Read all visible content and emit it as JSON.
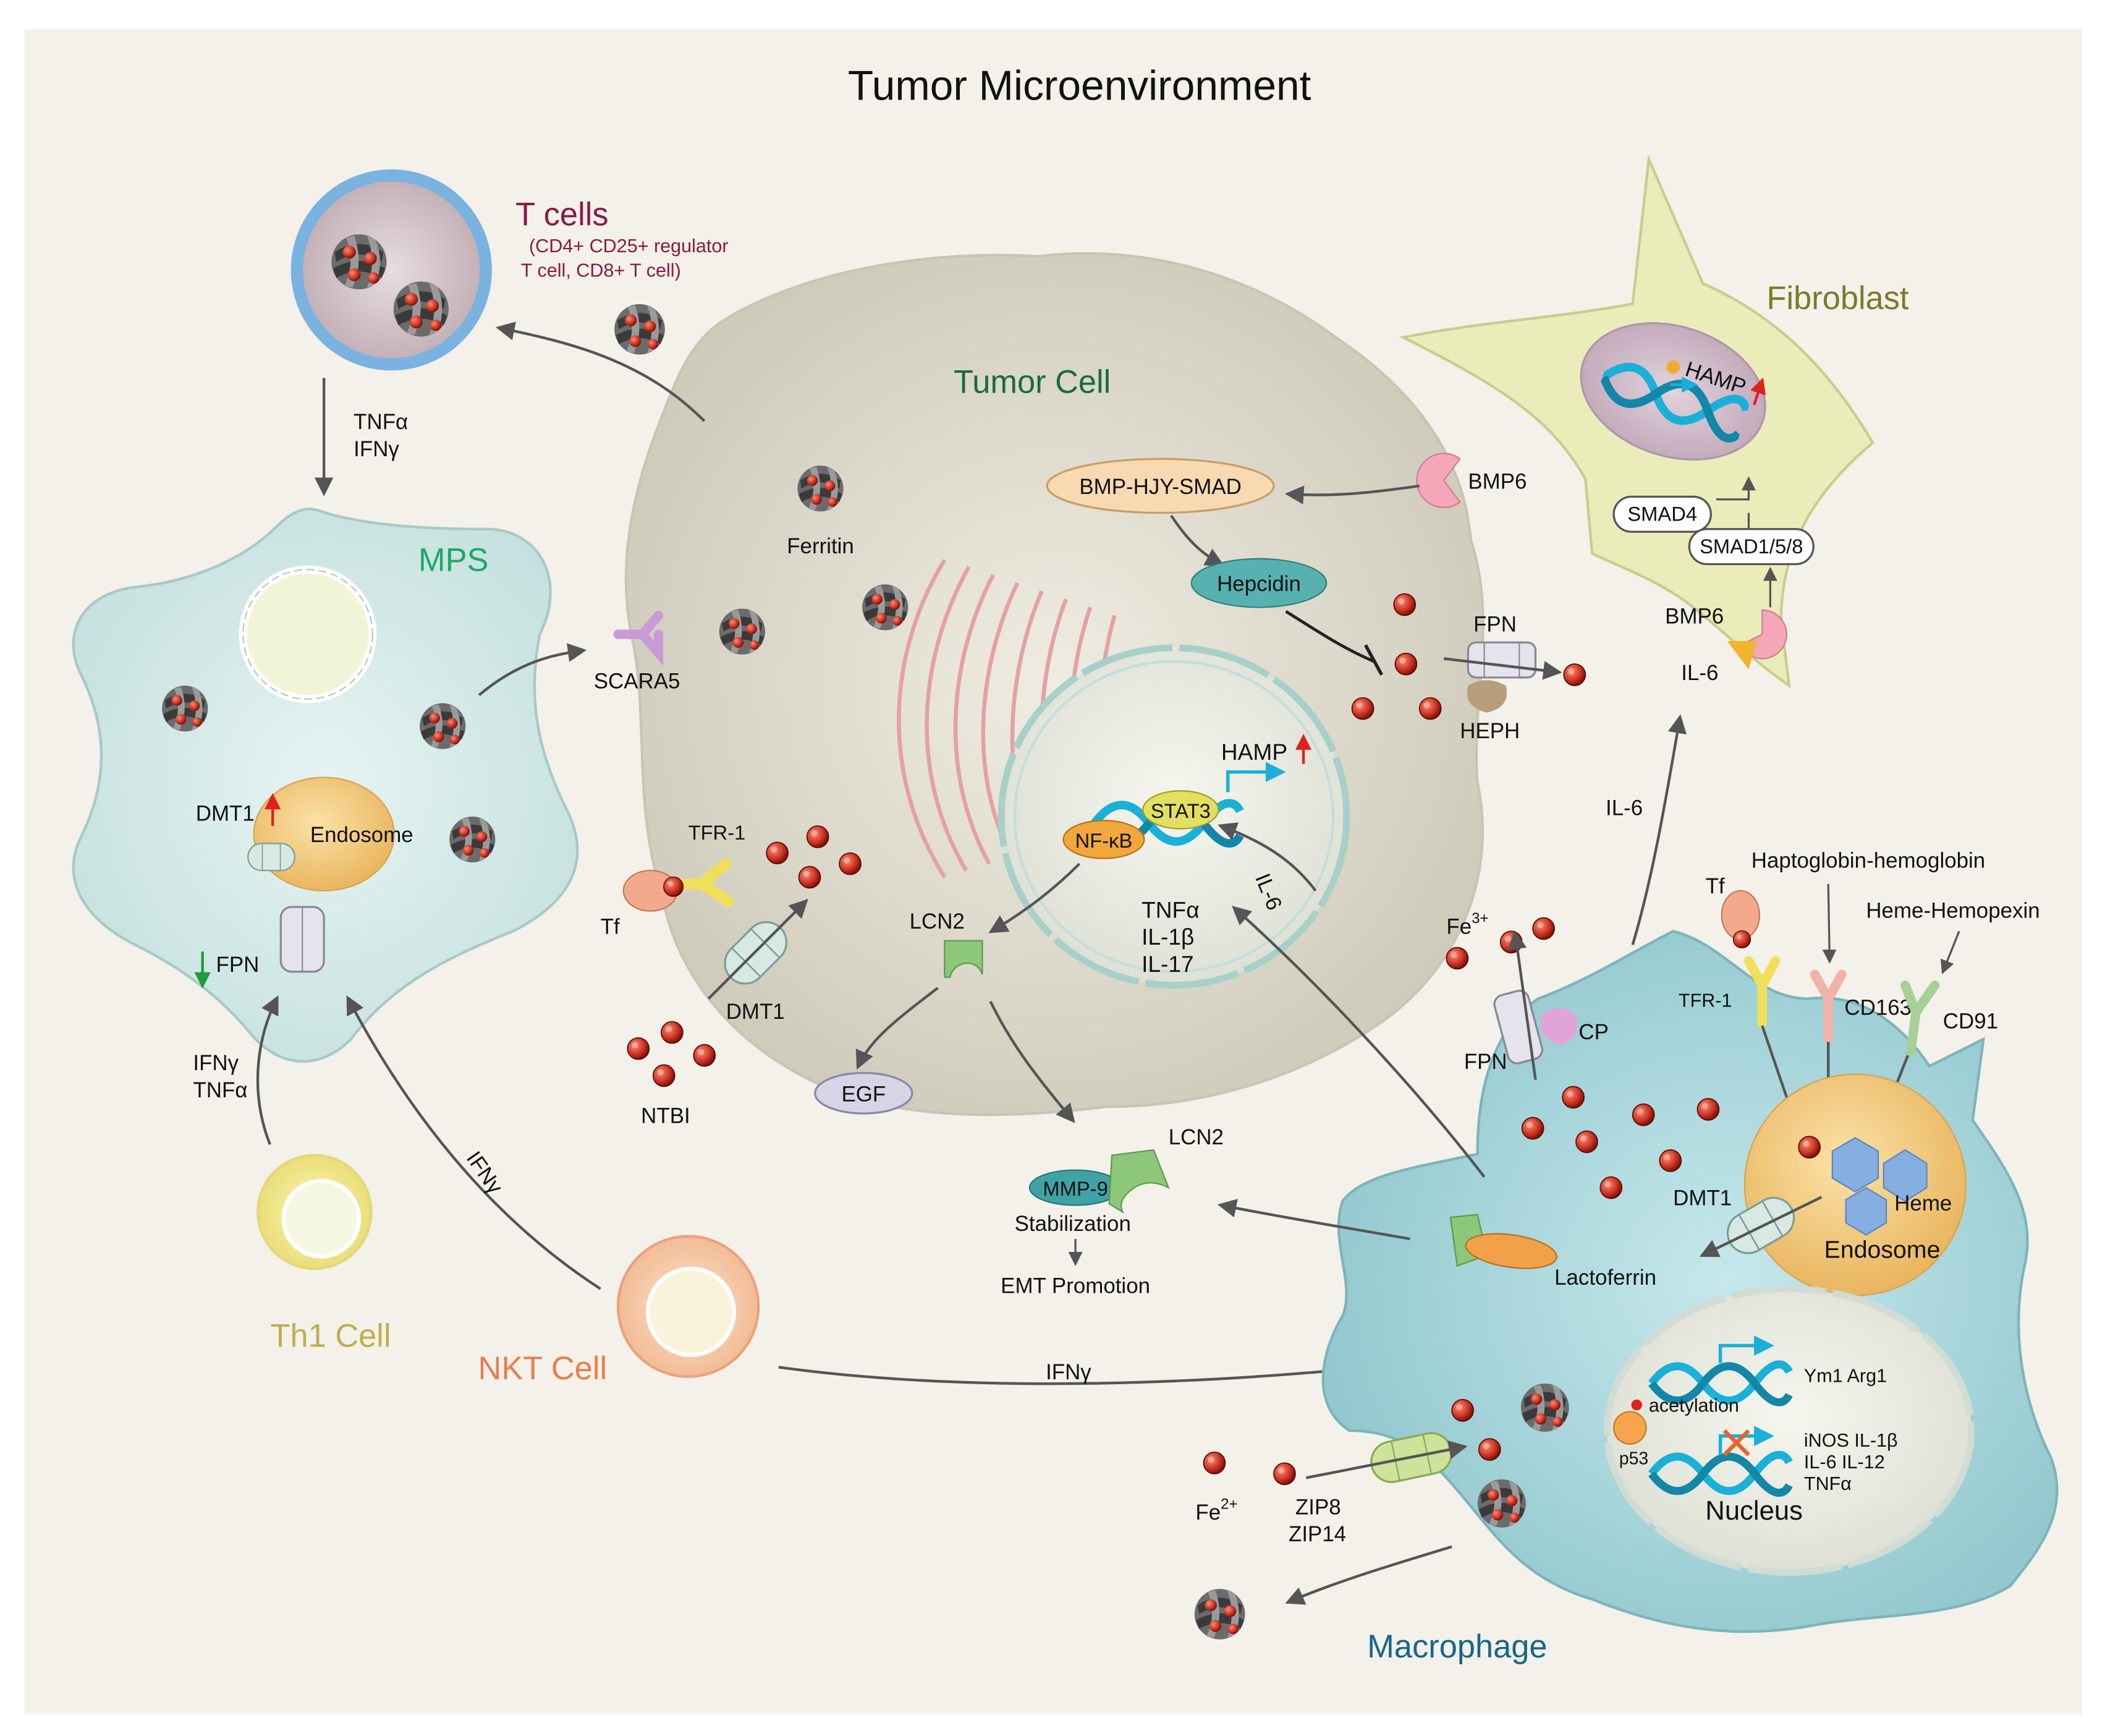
{
  "title": "Tumor Microenvironment",
  "colors": {
    "background": "#f3f1ea",
    "tumor_cell": "#dedbcd",
    "mps_cell": "#cfe6e4",
    "macrophage": "#a9d4d8",
    "fibroblast": "#eaedb9",
    "iron": "#c62d1f",
    "title_tumor": "#1b6b3e",
    "title_mps": "#1aa96b",
    "title_tcells": "#8b1a44",
    "title_th1": "#bfae4d",
    "title_nkt": "#e6804d",
    "title_fibro": "#7c7a2a",
    "title_macro": "#18668a"
  },
  "cells": {
    "tcells": {
      "name": "T cells",
      "sub1": "(CD4+ CD25+ regulator",
      "sub2": "T cell, CD8+ T cell)"
    },
    "tumor": {
      "name": "Tumor Cell"
    },
    "mps": {
      "name": "MPS"
    },
    "fibroblast": {
      "name": "Fibroblast"
    },
    "th1": {
      "name": "Th1 Cell"
    },
    "nkt": {
      "name": "NKT Cell"
    },
    "macrophage": {
      "name": "Macrophage"
    }
  },
  "labels": {
    "tnfa": "TNFα",
    "ifng": "IFNγ",
    "ferritin": "Ferritin",
    "scara5": "SCARA5",
    "dmt1": "DMT1",
    "endosome": "Endosome",
    "fpn": "FPN",
    "tfr1": "TFR-1",
    "tf": "Tf",
    "ntbi": "NTBI",
    "lcn2": "LCN2",
    "egf": "EGF",
    "bmp_hjv_smad": "BMP-HJY-SMAD",
    "bmp6": "BMP6",
    "hepcidin": "Hepcidin",
    "heph": "HEPH",
    "hamp": "HAMP",
    "stat3": "STAT3",
    "nfkb": "NF-κB",
    "il6": "IL-6",
    "il1b": "IL-1β",
    "il17": "IL-17",
    "mmp9": "MMP-9",
    "stabilization": "Stabilization",
    "emt": "EMT Promotion",
    "smad4": "SMAD4",
    "smad158": "SMAD1/5/8",
    "fe3": "Fe",
    "fe3_sup": "3+",
    "fe2": "Fe",
    "fe2_sup": "2+",
    "cp": "CP",
    "hapto": "Haptoglobin-hemoglobin",
    "heme_hemopexin": "Heme-Hemopexin",
    "cd163": "CD163",
    "cd91": "CD91",
    "heme": "Heme",
    "lactoferrin": "Lactoferrin",
    "ym1arg1": "Ym1 Arg1",
    "acetylation": "acetylation",
    "p53": "p53",
    "inos_il1b": "iNOS IL-1β",
    "il6_il12": "IL-6 IL-12",
    "nucleus": "Nucleus",
    "zip8": "ZIP8",
    "zip14": "ZIP14"
  }
}
